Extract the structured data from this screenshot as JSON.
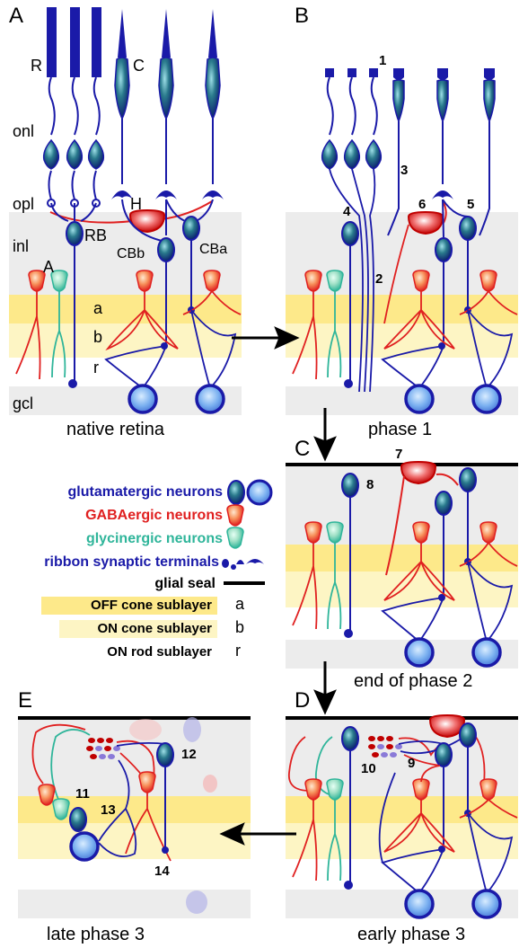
{
  "panels": {
    "A": "A",
    "B": "B",
    "C": "C",
    "D": "D",
    "E": "E"
  },
  "captions": {
    "A": "native retina",
    "B": "phase 1",
    "C": "end of phase 2",
    "D": "early phase 3",
    "E": "late phase 3"
  },
  "layer_labels": {
    "onl": "onl",
    "opl": "opl",
    "inl": "inl",
    "gcl": "gcl",
    "a": "a",
    "b": "b",
    "r": "r"
  },
  "cell_labels": {
    "R": "R",
    "C": "C",
    "H": "H",
    "RB": "RB",
    "A": "A",
    "CBb": "CBb",
    "CBa": "CBa"
  },
  "numbers": [
    "1",
    "2",
    "3",
    "4",
    "5",
    "6",
    "7",
    "8",
    "9",
    "10",
    "11",
    "12",
    "13",
    "14"
  ],
  "legend": {
    "glutamatergic": "glutamatergic neurons",
    "gabaergic": "GABAergic neurons",
    "glycinergic": "glycinergic neurons",
    "ribbon": "ribbon synaptic terminals",
    "glial_seal": "glial seal",
    "off_cone": "OFF cone sublayer",
    "on_cone": "ON cone sublayer",
    "on_rod": "ON rod sublayer",
    "off_letter": "a",
    "on_letter": "b",
    "rod_letter": "r"
  },
  "colors": {
    "glutamatergic": "#1a1aa8",
    "gabaergic": "#e02020",
    "glycinergic": "#2fb59a",
    "inl_band": "#ececec",
    "off_sublayer": "#fde98a",
    "on_sublayer": "#fdf5c4"
  }
}
